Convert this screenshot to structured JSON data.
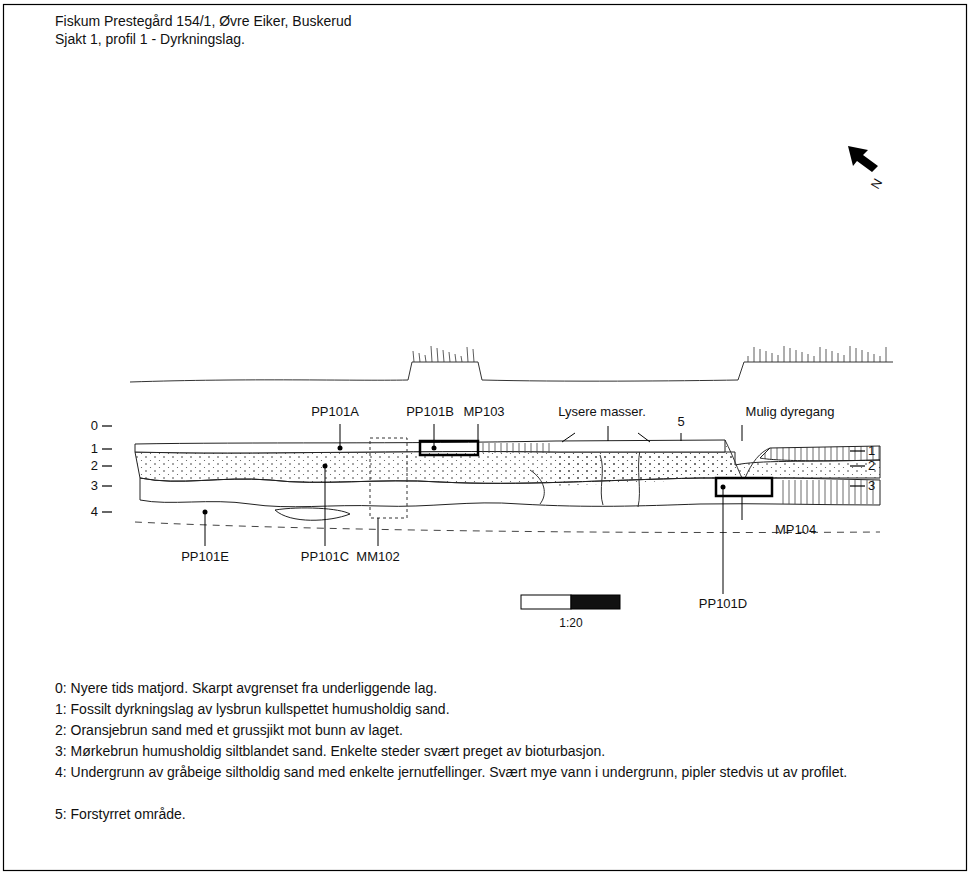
{
  "diagram": {
    "title": "Fiskum Prestegård 154/1, Øvre Eiker, Buskerud",
    "labels": [
      "Sjakt 1, profil 1 - Dyrkningslag.",
      "N",
      "0",
      "1",
      "2",
      "3",
      "4",
      "PP101A",
      "PP101B",
      "MP103",
      "Lysere masser.",
      "5",
      "Mulig dyregang",
      "1",
      "2",
      "3",
      "PP101E",
      "PP101C",
      "MM102",
      "MP104",
      "PP101D",
      "1:20",
      "0: Nyere tids matjord. Skarpt avgrenset fra underliggende lag.",
      "1: Fossilt dyrkningslag av lysbrun kullspettet humusholdig sand.",
      "2: Oransjebrun sand med et grussjikt mot bunn av laget.",
      "3: Mørkebrun humusholdig siltblandet sand. Enkelte steder svært preget av bioturbasjon.",
      "4: Undergrunn av gråbeige siltholdig sand med enkelte jernutfellinger. Svært mye vann i undergrunn, pipler stedvis ut av profilet.",
      "5: Forstyrret område."
    ]
  }
}
